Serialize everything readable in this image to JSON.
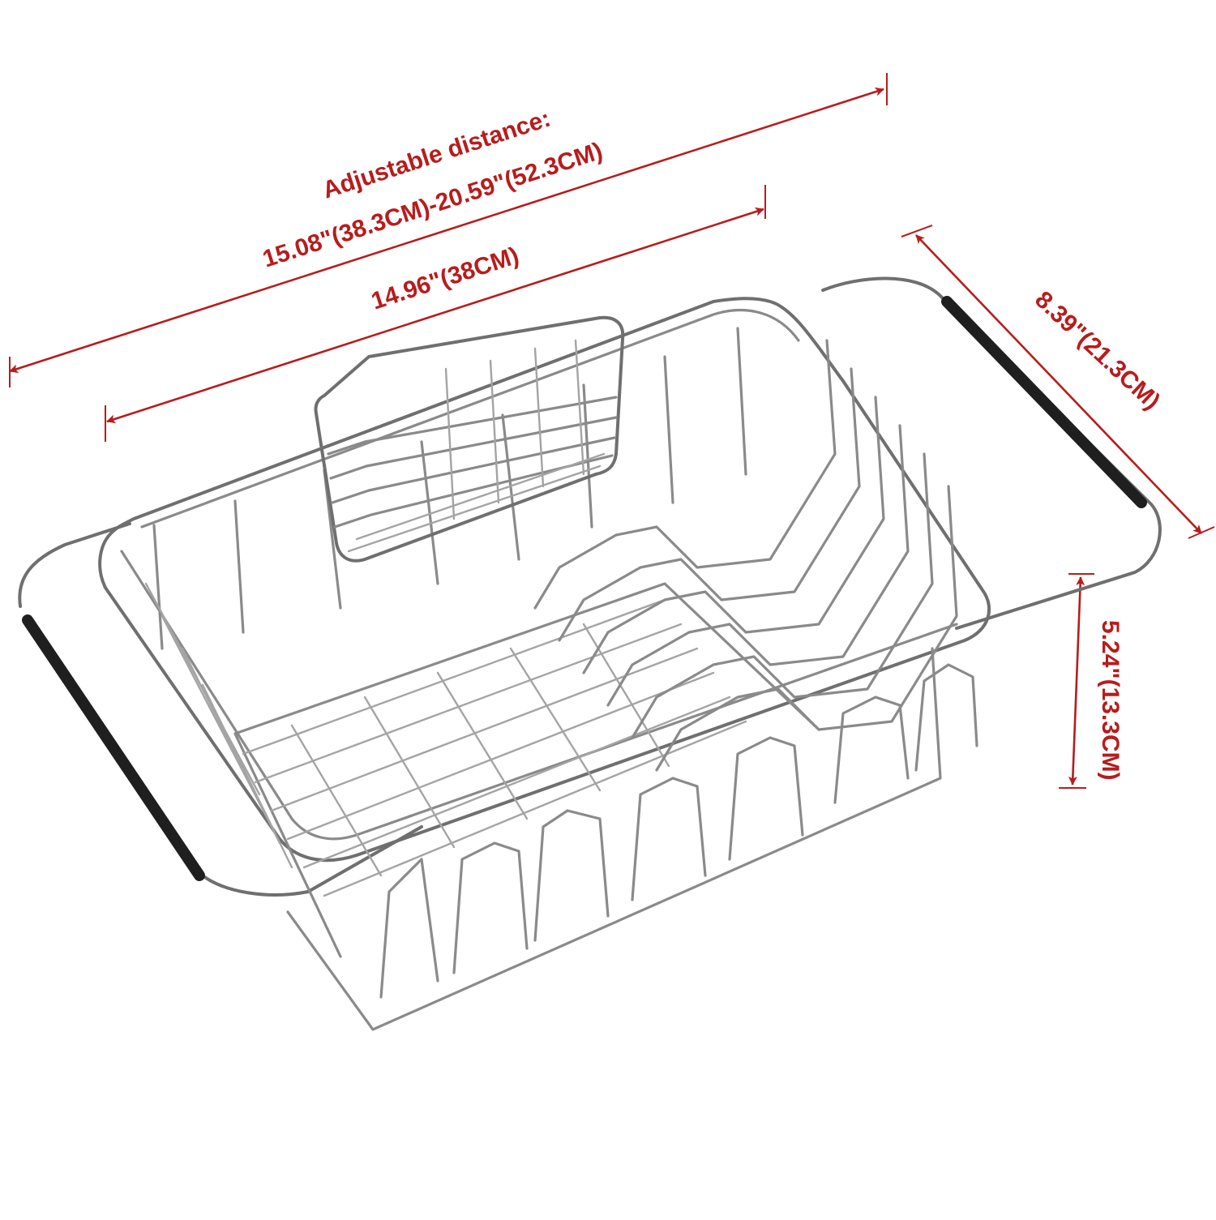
{
  "colors": {
    "dimension": "#b81c1c",
    "wire": "#8a8a8a",
    "grip": "#1f1f1f",
    "background": "#ffffff"
  },
  "dimensions": {
    "adjustable_label": "Adjustable distance:",
    "adjustable_range": "15.08\"(38.3CM)-20.59\"(52.3CM)",
    "length": "14.96\"(38CM)",
    "width": "8.39\"(21.3CM)",
    "height": "5.24\"(13.3CM)"
  },
  "icons": [
    "dimension-arrow-icon",
    "dish-rack-illustration",
    "utensil-holder-illustration"
  ]
}
